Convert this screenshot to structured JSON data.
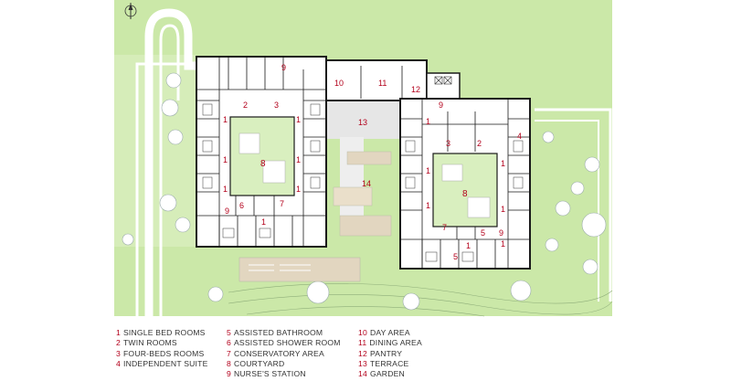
{
  "north_symbol": "north-arrow-icon",
  "colors": {
    "lawn": "#cbe8a8",
    "lawn_light": "#e4f3d0",
    "path": "#ffffff",
    "wall": "#1a1a1a",
    "courtyard": "#d9efbf",
    "terrace": "#e0e0e0",
    "deck": "#e2d6c0",
    "label": "#b3001b",
    "tree": "#ffffff"
  },
  "legend": {
    "col1": [
      {
        "num": "1",
        "text": "SINGLE BED ROOMS"
      },
      {
        "num": "2",
        "text": "TWIN ROOMS"
      },
      {
        "num": "3",
        "text": "FOUR-BEDS ROOMS"
      },
      {
        "num": "4",
        "text": "INDEPENDENT SUITE"
      }
    ],
    "col2": [
      {
        "num": "5",
        "text": "ASSISTED BATHROOM"
      },
      {
        "num": "6",
        "text": "ASSISTED SHOWER ROOM"
      },
      {
        "num": "7",
        "text": "CONSERVATORY AREA"
      },
      {
        "num": "8",
        "text": "COURTYARD"
      },
      {
        "num": "9",
        "text": "NURSE'S STATION"
      }
    ],
    "col3": [
      {
        "num": "10",
        "text": "DAY AREA"
      },
      {
        "num": "11",
        "text": "DINING AREA"
      },
      {
        "num": "12",
        "text": "PANTRY"
      },
      {
        "num": "13",
        "text": "TERRACE"
      },
      {
        "num": "14",
        "text": "GARDEN"
      }
    ]
  },
  "plan_labels": {
    "l1a": "1",
    "l1b": "1",
    "l1c": "1",
    "l1d": "1",
    "l1e": "1",
    "l1f": "1",
    "l1g": "1",
    "l1h": "1",
    "l1i": "1",
    "l1j": "1",
    "l1k": "1",
    "l1l": "1",
    "l1m": "1",
    "l1n": "1",
    "l2a": "2",
    "l2b": "2",
    "l3a": "3",
    "l3b": "3",
    "l4": "4",
    "l5a": "5",
    "l5b": "5",
    "l6": "6",
    "l7a": "7",
    "l7b": "7",
    "l8a": "8",
    "l8b": "8",
    "l9a": "9",
    "l9b": "9",
    "l9c": "9",
    "l9d": "9",
    "l10": "10",
    "l11": "11",
    "l12": "12",
    "l13": "13",
    "l14": "14"
  }
}
